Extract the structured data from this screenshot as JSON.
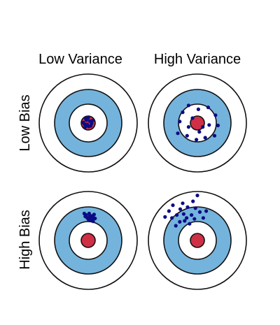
{
  "labels": {
    "low_variance": "Low Variance",
    "high_variance": "High Variance",
    "low_bias": "Low Bias",
    "high_bias": "High Bias"
  },
  "colors": {
    "ring_fill": "#ffffff",
    "band_fill": "#74b3dc",
    "bullseye_fill": "#cf3045",
    "ring_stroke": "#111111",
    "point_fill": "#0b0b86"
  },
  "targets": [
    {
      "id": "low-bias-low-variance",
      "points": [
        [
          -0.08,
          0.02
        ],
        [
          -0.04,
          -0.06
        ],
        [
          0.03,
          -0.04
        ],
        [
          0.07,
          0.01
        ],
        [
          0.01,
          0.07
        ],
        [
          -0.06,
          0.08
        ],
        [
          -0.1,
          -0.01
        ],
        [
          0.05,
          0.06
        ],
        [
          -0.02,
          0.03
        ],
        [
          0.09,
          -0.05
        ],
        [
          -0.05,
          -0.09
        ],
        [
          0.0,
          -0.11
        ]
      ]
    },
    {
      "id": "low-bias-high-variance",
      "points": [
        [
          -0.3,
          -0.22
        ],
        [
          -0.18,
          -0.36
        ],
        [
          0.02,
          -0.28
        ],
        [
          0.22,
          -0.32
        ],
        [
          0.37,
          -0.16
        ],
        [
          0.42,
          0.05
        ],
        [
          0.35,
          0.26
        ],
        [
          0.16,
          0.3
        ],
        [
          -0.02,
          0.34
        ],
        [
          -0.21,
          0.26
        ],
        [
          -0.4,
          0.21
        ],
        [
          -0.36,
          -0.03
        ],
        [
          -0.1,
          -0.1
        ],
        [
          0.11,
          0.08
        ],
        [
          0.24,
          0.04
        ],
        [
          -0.18,
          0.08
        ],
        [
          0.04,
          0.18
        ]
      ]
    },
    {
      "id": "high-bias-low-variance",
      "points": [
        [
          -0.04,
          -0.52
        ],
        [
          0.02,
          -0.55
        ],
        [
          0.07,
          -0.5
        ],
        [
          -0.02,
          -0.46
        ],
        [
          0.05,
          -0.44
        ],
        [
          0.1,
          -0.47
        ],
        [
          -0.06,
          -0.49
        ],
        [
          0.12,
          -0.53
        ],
        [
          0.01,
          -0.42
        ],
        [
          0.08,
          -0.41
        ],
        [
          -0.08,
          -0.55
        ],
        [
          0.14,
          -0.45
        ],
        [
          0.03,
          -0.49
        ],
        [
          0.1,
          -0.39
        ]
      ]
    },
    {
      "id": "high-bias-high-variance",
      "points": [
        [
          -0.58,
          -0.6
        ],
        [
          -0.5,
          -0.72
        ],
        [
          -0.42,
          -0.52
        ],
        [
          -0.35,
          -0.64
        ],
        [
          -0.28,
          -0.54
        ],
        [
          -0.2,
          -0.68
        ],
        [
          -0.12,
          -0.52
        ],
        [
          -0.04,
          -0.66
        ],
        [
          0.05,
          -0.58
        ],
        [
          0.12,
          -0.46
        ],
        [
          -0.36,
          -0.38
        ],
        [
          -0.26,
          -0.4
        ],
        [
          -0.16,
          -0.34
        ],
        [
          -0.44,
          -0.3
        ],
        [
          -0.06,
          -0.44
        ],
        [
          -0.52,
          -0.46
        ],
        [
          -0.3,
          -0.76
        ],
        [
          -0.09,
          -0.8
        ],
        [
          -0.66,
          -0.48
        ],
        [
          0.0,
          -0.92
        ],
        [
          -0.22,
          -0.46
        ],
        [
          0.18,
          -0.6
        ]
      ]
    }
  ]
}
